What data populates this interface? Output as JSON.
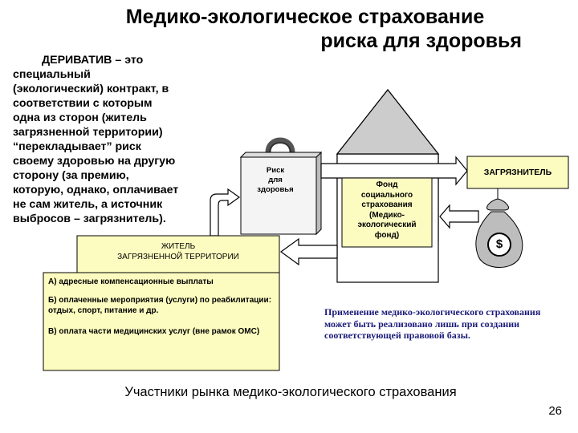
{
  "title": {
    "line1": "Медико-экологическое страхование",
    "line2": "риска для здоровья"
  },
  "derivative": {
    "lines": [
      "ДЕРИВАТИВ – это",
      "специальный",
      "(экологический) контракт, в",
      "соответствии с которым",
      "одна из сторон (житель",
      "загрязненной территории)",
      "“перекладывает” риск",
      "своему здоровью на другую",
      "сторону (за премию,",
      "которую, однако, оплачивает",
      "не сам житель, а источник",
      "выбросов – загрязнитель)."
    ]
  },
  "diagram": {
    "risk_box": {
      "lines": [
        "Риск",
        "для",
        "здоровья"
      ]
    },
    "polluter_label": "ЗАГРЯЗНИТЕЛЬ",
    "fund_lines": [
      "Фонд",
      "социального",
      "страхования",
      "(Медико-",
      "экологический",
      "фонд)"
    ],
    "resident_lines": [
      "ЖИТЕЛЬ",
      "ЗАГРЯЗНЕННОЙ ТЕРРИТОРИИ"
    ],
    "options": [
      "А) адресные компенсационные выплаты",
      "Б) оплаченные мероприятия (услуги) по реабилитации: отдых, спорт, питание и др.",
      "В) оплата части медицинских услуг (вне рамок ОМС)"
    ],
    "money_bag_symbol": "$"
  },
  "note": "Применение медико-экологического страхования может быть реализовано лишь при создании соответствующей правовой базы.",
  "caption": "Участники рынка медико-экологического страхования",
  "page_number": "26",
  "colors": {
    "box_fill": "#fcfcc0",
    "house_fill": "#cccccc",
    "arrow_fill": "#ffffff",
    "bag_fill": "#bdbdbd",
    "note_text": "#1a1a7a"
  },
  "icons": {
    "house": "house-icon",
    "bag": "money-bag-icon",
    "weight": "weight-icon"
  }
}
